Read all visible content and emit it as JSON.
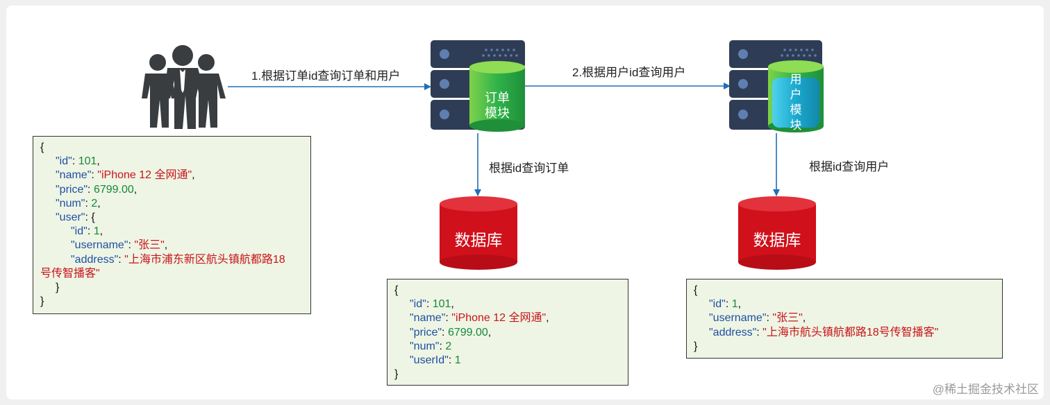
{
  "arrows": {
    "a1": "1.根据订单id查询订单和用户",
    "a2": "2.根据用户id查询用户",
    "order_db": "根据id查询订单",
    "user_db": "根据id查询用户"
  },
  "modules": {
    "order": [
      "订单",
      "模块"
    ],
    "user": [
      "用",
      "户",
      "模",
      "块"
    ]
  },
  "db_label": "数据库",
  "json_full": {
    "open": "{",
    "id_k": "\"id\"",
    "id_v": "101",
    "name_k": "\"name\"",
    "name_v": "\"iPhone 12 全网通\"",
    "price_k": "\"price\"",
    "price_v": "6799.00",
    "num_k": "\"num\"",
    "num_v": "2",
    "user_k": "\"user\"",
    "user_open": "{",
    "uid_k": "\"id\"",
    "uid_v": "1",
    "uname_k": "\"username\"",
    "uname_v": "\"张三\"",
    "addr_k": "\"address\"",
    "addr_v1": "\"上海市浦东新区航头镇航都路18",
    "addr_v2": "号传智播客\"",
    "user_close": "}",
    "close": "}"
  },
  "json_order": {
    "open": "{",
    "id_k": "\"id\"",
    "id_v": "101",
    "name_k": "\"name\"",
    "name_v": "\"iPhone 12 全网通\"",
    "price_k": "\"price\"",
    "price_v": "6799.00",
    "num_k": "\"num\"",
    "num_v": "2",
    "uid_k": "\"userId\"",
    "uid_v": "1",
    "close": "}"
  },
  "json_user": {
    "open": "{",
    "id_k": "\"id\"",
    "id_v": "1",
    "uname_k": "\"username\"",
    "uname_v": "\"张三\"",
    "addr_k": "\"address\"",
    "addr_v": "\"上海市航头镇航都路18号传智播客\"",
    "close": "}"
  },
  "watermark": "@稀土掘金技术社区",
  "colors": {
    "arrow": "#1f6fb5",
    "server": "#2e3d55",
    "order_cyl": "#2fb34a",
    "user_cyl": "#1aa9cf",
    "db": "#d0101b",
    "json_bg": "#eef5e4"
  }
}
